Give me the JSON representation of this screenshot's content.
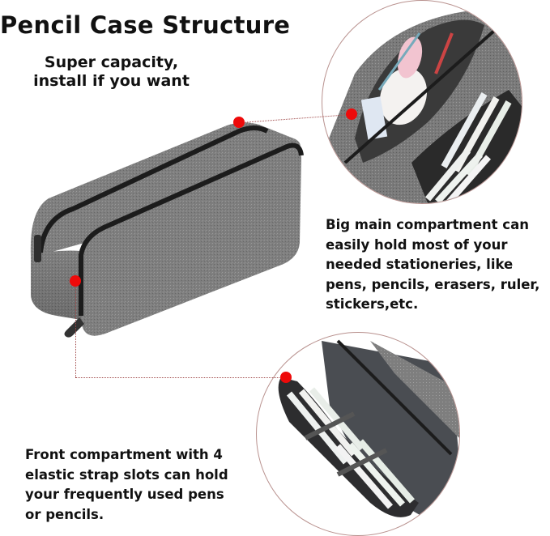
{
  "header": {
    "title": "Pencil Case Structure",
    "subtitle_lines": [
      "Super capacity,",
      "install if you want"
    ]
  },
  "callouts": {
    "main_compartment": {
      "lines": [
        "Big main compartment can",
        "easily hold most of your",
        "needed stationeries, like",
        "pens, pencils, erasers, ruler,",
        "stickers,etc."
      ]
    },
    "front_compartment": {
      "lines": [
        "Front compartment with 4",
        "elastic strap slots can hold",
        "your frequently used pens",
        "or pencils."
      ]
    }
  },
  "colors": {
    "marker_dot": "#ee0a0a",
    "connector_line": "#a04a4a",
    "circle_border": "#b9928f",
    "case_fabric": "#7d7d7d",
    "zipper": "#1c1c1c"
  },
  "images": {
    "main_product": "grey-pencil-case-closed",
    "detail_top": "main-compartment-open-with-stationery",
    "detail_bottom": "front-compartment-elastic-slots"
  }
}
